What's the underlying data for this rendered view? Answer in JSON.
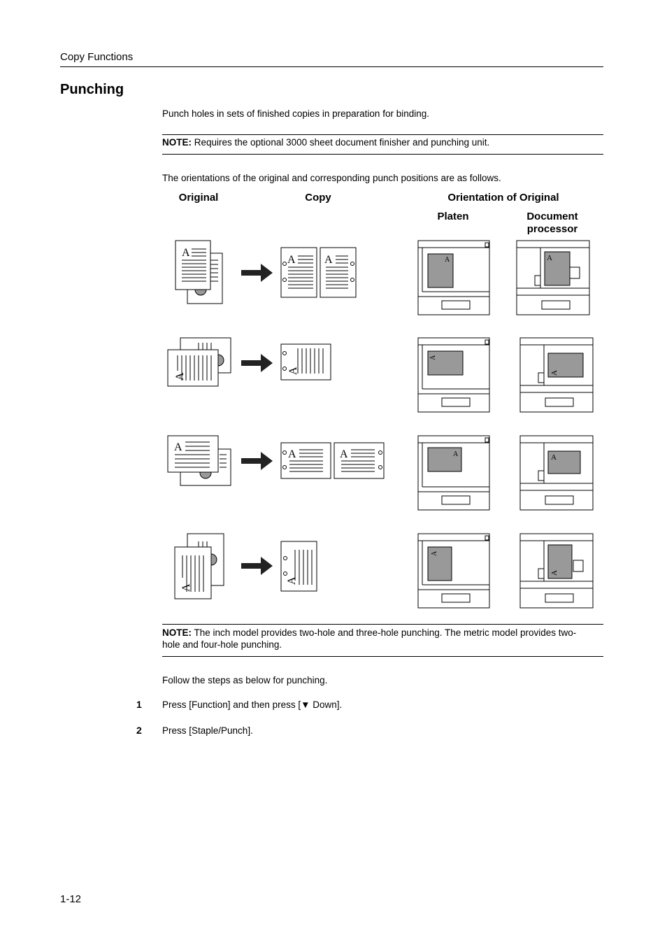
{
  "header": {
    "section": "Copy Functions"
  },
  "title": "Punching",
  "intro": "Punch holes in sets of finished copies in preparation for binding.",
  "note1": {
    "label": "NOTE:",
    "text": " Requires the optional 3000 sheet document finisher and punching unit."
  },
  "orientation_intro": "The orientations of the original and corresponding punch positions are as follows.",
  "table": {
    "col_original": "Original",
    "col_copy": "Copy",
    "col_orientation": "Orientation of Original",
    "sub_platen": "Platen",
    "sub_docproc_1": "Document",
    "sub_docproc_2": "processor",
    "letter": "A"
  },
  "note2": {
    "label": "NOTE:",
    "text": " The inch model provides two-hole and three-hole punching. The metric model provides two-hole and four-hole punching."
  },
  "follow": "Follow the steps as below for punching.",
  "steps": [
    {
      "num": "1",
      "text": "Press [Function] and then press [▼ Down]."
    },
    {
      "num": "2",
      "text": "Press [Staple/Punch]."
    }
  ],
  "footer": {
    "page": "1-12"
  }
}
